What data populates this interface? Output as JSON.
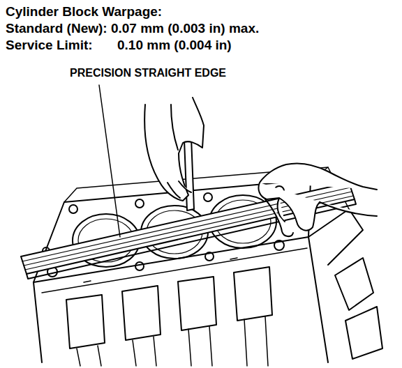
{
  "diagram": {
    "title": "Cylinder Block Warpage:",
    "labels": [
      "Standard (New): 0.07 mm (0.003 in) max.",
      "Service Limit:",
      "0.10 mm (0.004 in)",
      "PRECISION STRAIGHT EDGE"
    ]
  }
}
